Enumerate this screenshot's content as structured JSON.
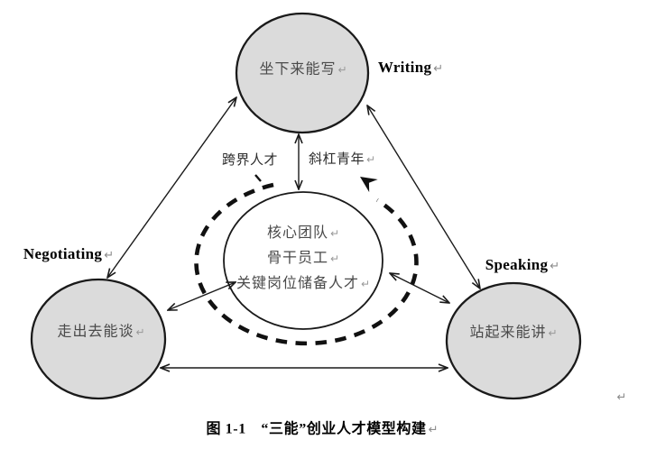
{
  "caption": {
    "text": "图 1-1　“三能”创业人才模型构建"
  },
  "marks": {
    "return": "↵"
  },
  "nodes": {
    "top": {
      "label": "坐下来能写",
      "tag": "Writing"
    },
    "left": {
      "label": "走出去能谈",
      "tag": "Negotiating"
    },
    "right": {
      "label": "站起来能讲",
      "tag": "Speaking"
    },
    "center": {
      "line1": "核心团队",
      "line2": "骨干员工",
      "line3": "关键岗位储备人才"
    }
  },
  "annotations": {
    "crossover_talent": "跨界人才",
    "slash_youth": "斜杠青年"
  },
  "edges": [
    {
      "from": "top",
      "to": "left",
      "type": "double-arrow"
    },
    {
      "from": "top",
      "to": "right",
      "type": "double-arrow"
    },
    {
      "from": "top",
      "to": "center",
      "type": "double-arrow"
    },
    {
      "from": "center",
      "to": "left",
      "type": "double-arrow"
    },
    {
      "from": "center",
      "to": "right",
      "type": "double-arrow"
    },
    {
      "from": "left",
      "to": "right",
      "type": "double-arrow"
    },
    {
      "around": "center",
      "type": "bold-dashed-circular-arrow",
      "direction": "counterclockwise"
    }
  ],
  "colors": {
    "background": "#ffffff",
    "node_fill": "#dbdbdb",
    "outline": "#1a1a1a",
    "node_text": "#4a4a4a",
    "annotation_text": "#2e2e2e",
    "tag_text": "#000000",
    "return_mark": "#999999"
  }
}
